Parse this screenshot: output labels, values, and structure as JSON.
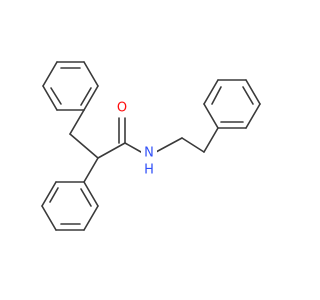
{
  "molecule": {
    "atoms": [
      {
        "id": "O1",
        "symbol": "O",
        "label": "O",
        "color": "#ff0d0d",
        "show_label": true
      },
      {
        "id": "N1",
        "symbol": "N",
        "label": "N",
        "color": "#3050f8",
        "show_label": true
      },
      {
        "id": "H1",
        "symbol": "H",
        "label": "H",
        "color": "#3050f8",
        "show_label": true
      },
      {
        "id": "C1",
        "symbol": "C",
        "label": "",
        "color": "#3a3a3a",
        "show_label": false
      },
      {
        "id": "C2",
        "symbol": "C",
        "label": "",
        "color": "#3a3a3a",
        "show_label": false
      },
      {
        "id": "C3",
        "symbol": "C",
        "label": "",
        "color": "#3a3a3a",
        "show_label": false
      },
      {
        "id": "C4",
        "symbol": "C",
        "label": "",
        "color": "#3a3a3a",
        "show_label": false
      },
      {
        "id": "C5",
        "symbol": "C",
        "label": "",
        "color": "#3a3a3a",
        "show_label": false
      }
    ],
    "bond_color": "#3a3a3a",
    "rings": [
      {
        "id": "phenyl-top",
        "type": "benzene"
      },
      {
        "id": "phenyl-bottom",
        "type": "benzene"
      },
      {
        "id": "phenyl-right",
        "type": "benzene"
      }
    ]
  }
}
